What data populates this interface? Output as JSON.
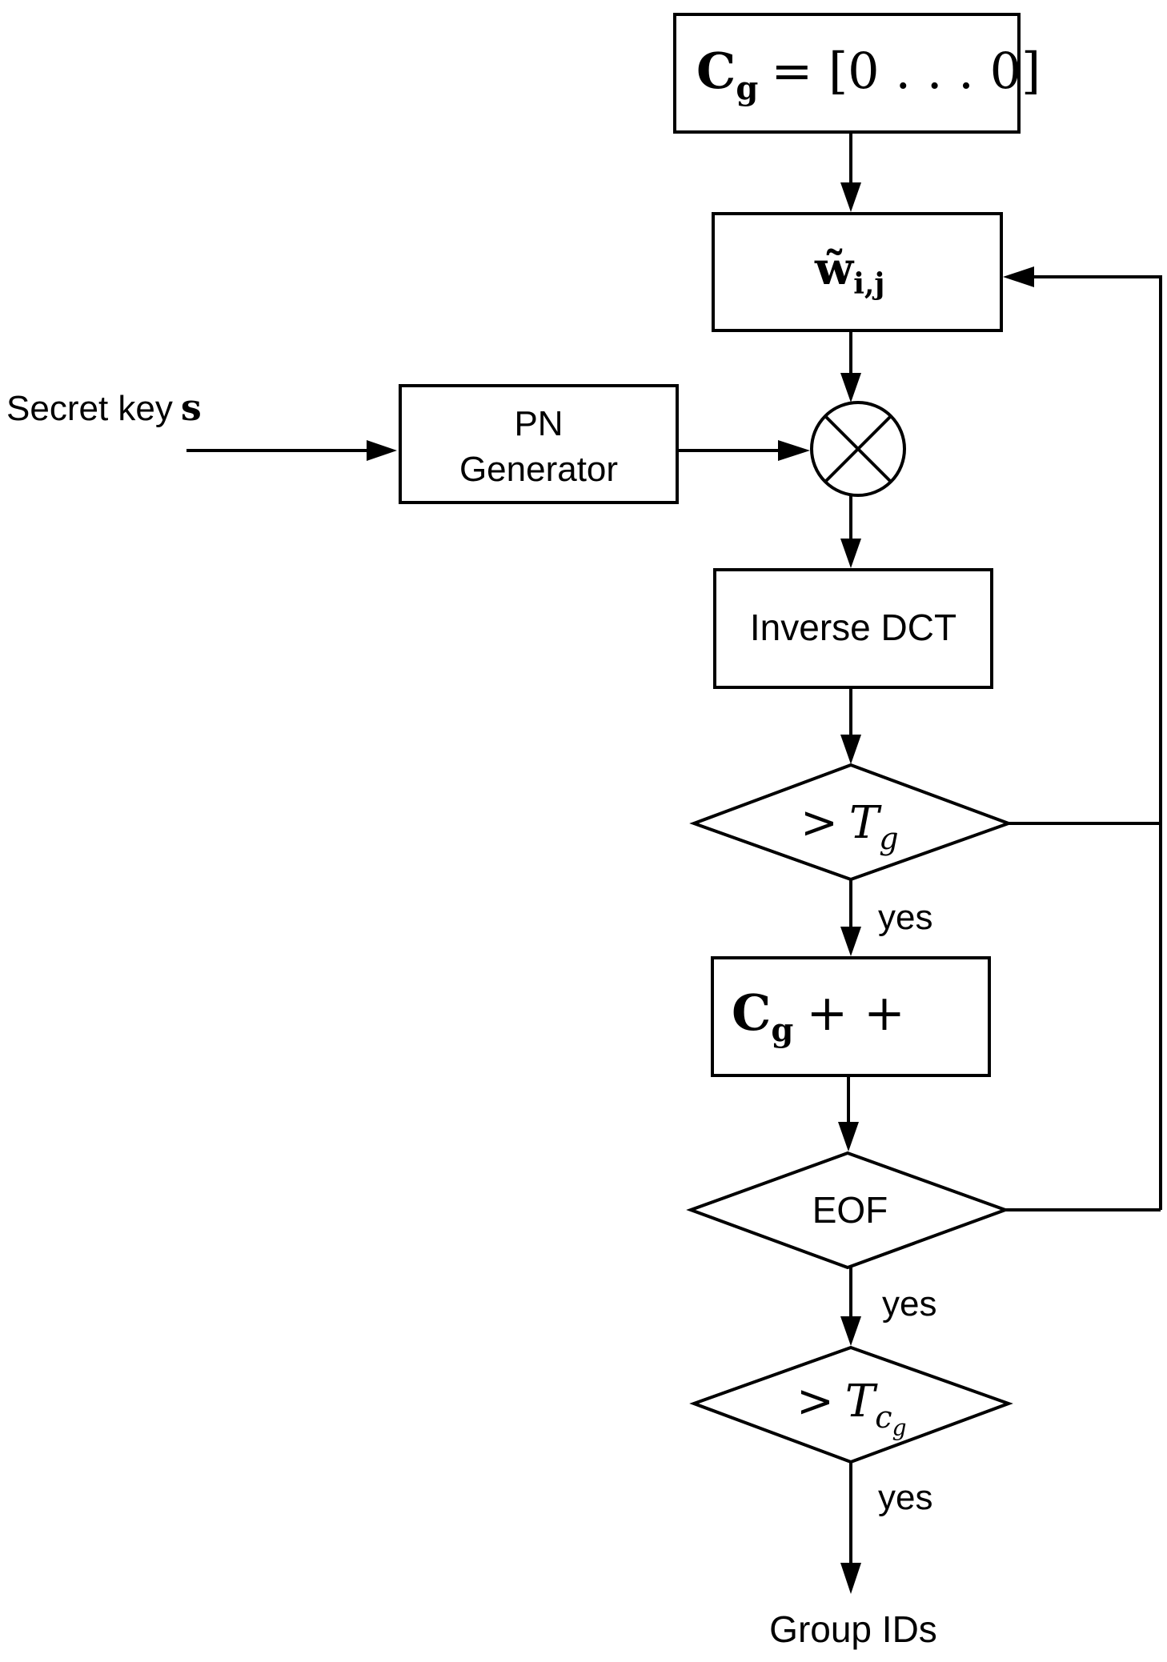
{
  "diagram": {
    "init_box": {
      "main": "C",
      "sub": "g",
      "rest": "= [0 . . . 0]"
    },
    "weight_box": {
      "main": "w̃",
      "sub": "i,j"
    },
    "input": {
      "label": "Secret key",
      "symbol": "s"
    },
    "pn_box": {
      "line1": "PN",
      "line2": "Generator"
    },
    "multiplier": {
      "symbol": "⊗"
    },
    "idct_box": {
      "label": "Inverse DCT"
    },
    "threshold_decision": {
      "op": ">",
      "var": "T",
      "sub": "g"
    },
    "increment_box": {
      "main": "C",
      "sub": "g",
      "rest": "+ +"
    },
    "eof_decision": {
      "label": "EOF"
    },
    "count_decision": {
      "op": ">",
      "var": "T",
      "sub": "c",
      "subsub": "g"
    },
    "yes_labels": [
      "yes",
      "yes",
      "yes"
    ],
    "output": {
      "label": "Group IDs"
    }
  }
}
